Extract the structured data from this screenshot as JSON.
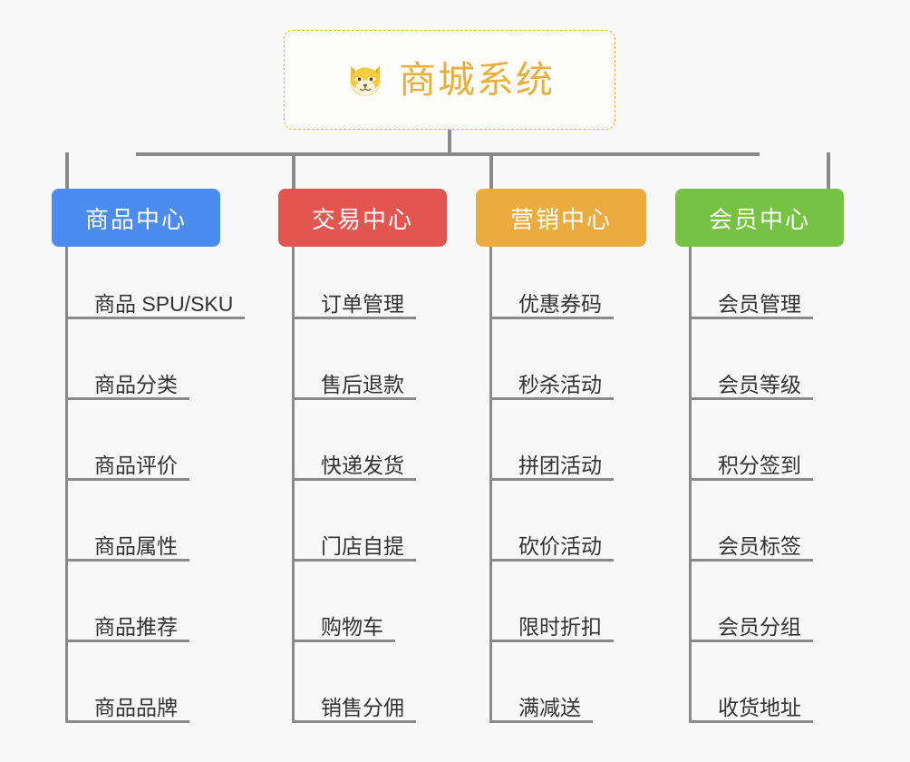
{
  "page": {
    "background_color": "#f8f8f8",
    "line_color": "#8a8a8a",
    "leaf_text_color": "#333333"
  },
  "root": {
    "title": "商城系统",
    "emoji_name": "shiba-dog-face-emoji",
    "text_color": "#e8b03a",
    "border_color": "#e8b84b",
    "background_color": "#fdfdfc"
  },
  "branches": [
    {
      "id": "product-center",
      "label": "商品中心",
      "color": "#4a8cf0",
      "items": [
        "商品 SPU/SKU",
        "商品分类",
        "商品评价",
        "商品属性",
        "商品推荐",
        "商品品牌"
      ]
    },
    {
      "id": "trade-center",
      "label": "交易中心",
      "color": "#e3564f",
      "items": [
        "订单管理",
        "售后退款",
        "快递发货",
        "门店自提",
        "购物车",
        "销售分佣"
      ]
    },
    {
      "id": "marketing-center",
      "label": "营销中心",
      "color": "#ecab3e",
      "items": [
        "优惠券码",
        "秒杀活动",
        "拼团活动",
        "砍价活动",
        "限时折扣",
        "满减送"
      ]
    },
    {
      "id": "member-center",
      "label": "会员中心",
      "color": "#76c244",
      "items": [
        "会员管理",
        "会员等级",
        "积分签到",
        "会员标签",
        "会员分组",
        "收货地址"
      ]
    }
  ]
}
